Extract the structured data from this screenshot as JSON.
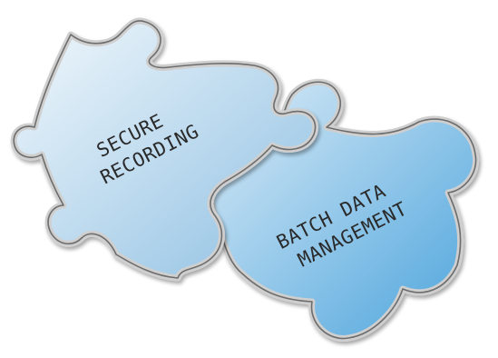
{
  "pieces": [
    {
      "lines": [
        "SECURE",
        "RECORDING"
      ],
      "colors": {
        "light": "#f2f8fc",
        "dark": "#8dbfe2",
        "border": "#6d6d6d",
        "edge": "#cfcfcf"
      }
    },
    {
      "lines": [
        "BATCH DATA",
        "MANAGEMENT"
      ],
      "colors": {
        "light": "#dcecf7",
        "dark": "#4aa3dc",
        "border": "#6d6d6d",
        "edge": "#cfcfcf"
      }
    }
  ]
}
